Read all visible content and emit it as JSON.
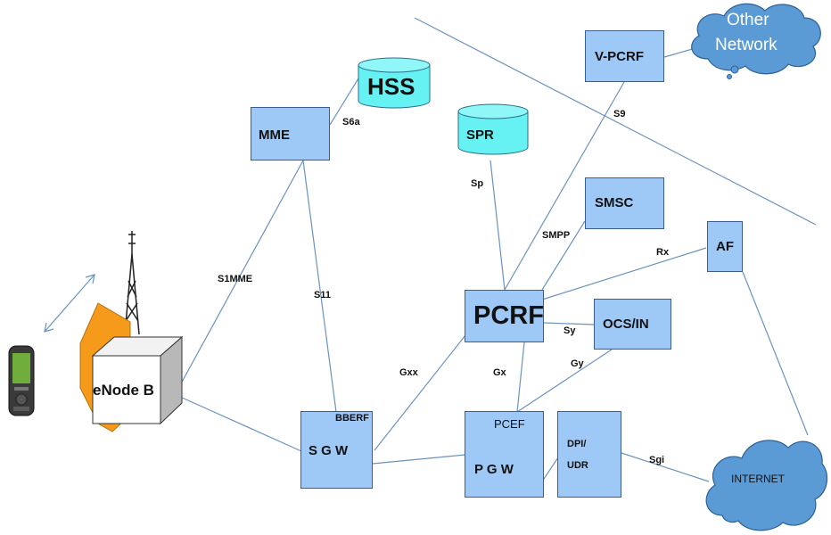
{
  "nodes": {
    "hss": "HSS",
    "spr": "SPR",
    "mme": "MME",
    "vpcrf": "V-PCRF",
    "smsc": "SMSC",
    "af": "AF",
    "pcrf": "PCRF",
    "ocs": "OCS/IN",
    "sgw": "S G W",
    "bberf": "BBERF",
    "pcef": "PCEF",
    "pgw": "P G W",
    "dpi_line1": "DPI/",
    "dpi_line2": "UDR",
    "enodeb": "eNode B",
    "other_network_line1": "Other",
    "other_network_line2": "Network",
    "internet": "INTERNET"
  },
  "interfaces": {
    "s6a": "S6a",
    "s9": "S9",
    "sp": "Sp",
    "smpp": "SMPP",
    "rx": "Rx",
    "s1mme": "S1MME",
    "s11": "S11",
    "sy": "Sy",
    "gy": "Gy",
    "gx": "Gx",
    "gxx": "Gxx",
    "sgi": "Sgi"
  },
  "colors": {
    "box_fill": "#9ec9f7",
    "cylinder_fill": "#66f2f2",
    "cloud_fill": "#5b9bd5",
    "line": "#6a93bd",
    "enodeb_hex": "#f59a1b"
  },
  "icons": {
    "phone": "mobile-phone-icon",
    "antenna": "antenna-tower-icon"
  }
}
